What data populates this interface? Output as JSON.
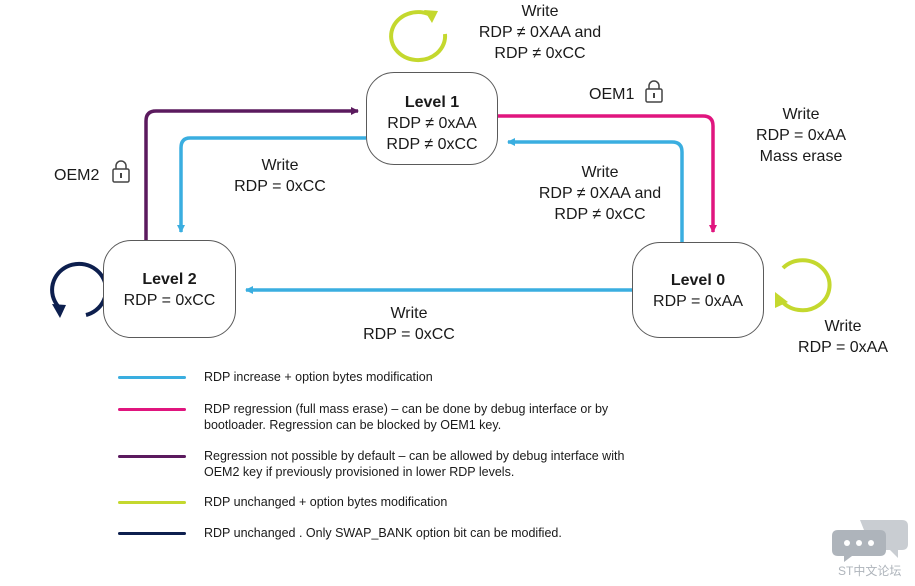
{
  "states": {
    "level1": {
      "title": "Level 1",
      "lines": [
        "RDP ≠ 0xAA",
        "RDP  ≠ 0xCC"
      ]
    },
    "level2": {
      "title": "Level 2",
      "lines": [
        "RDP = 0xCC"
      ]
    },
    "level0": {
      "title": "Level 0",
      "lines": [
        "RDP = 0xAA"
      ]
    }
  },
  "labels": {
    "l1_self": [
      "Write",
      "RDP ≠ 0XAA and",
      "RDP ≠ 0xCC"
    ],
    "l1_to_l2": [
      "Write",
      "RDP = 0xCC"
    ],
    "l1_to_l0": [
      "Write",
      "RDP = 0xAA",
      "Mass erase"
    ],
    "l0_to_l1": [
      "Write",
      "RDP ≠ 0XAA and",
      "RDP ≠ 0xCC"
    ],
    "l0_to_l2": [
      "Write",
      "RDP = 0xCC"
    ],
    "l0_self": [
      "Write",
      "RDP = 0xAA"
    ],
    "oem1": "OEM1",
    "oem2": "OEM2"
  },
  "legend": [
    {
      "color": "#3aaee0",
      "lines": [
        "RDP increase  + option bytes modification"
      ]
    },
    {
      "color": "#e0157e",
      "lines": [
        "RDP regression (full mass erase) – can be done by debug interface or by",
        "bootloader. Regression can be blocked by OEM1 key."
      ]
    },
    {
      "color": "#5b1a5e",
      "lines": [
        "Regression not possible by default – can be allowed by debug interface with",
        "OEM2 key if previously provisioned in lower RDP levels."
      ]
    },
    {
      "color": "#c4d82e",
      "lines": [
        "RDP unchanged + option bytes modification"
      ]
    },
    {
      "color": "#0d1f4e",
      "lines": [
        "RDP unchanged . Only SWAP_BANK option bit can be modified."
      ]
    }
  ],
  "colors": {
    "blue": "#3aaee0",
    "magenta": "#e0157e",
    "purple": "#5b1a5e",
    "lime": "#c4d82e",
    "navy": "#0d1f4e"
  },
  "watermark": {
    "text": "ST中文论坛"
  },
  "icons": [
    "lock-icon",
    "chat-bubble-icon",
    "self-loop-icon"
  ]
}
